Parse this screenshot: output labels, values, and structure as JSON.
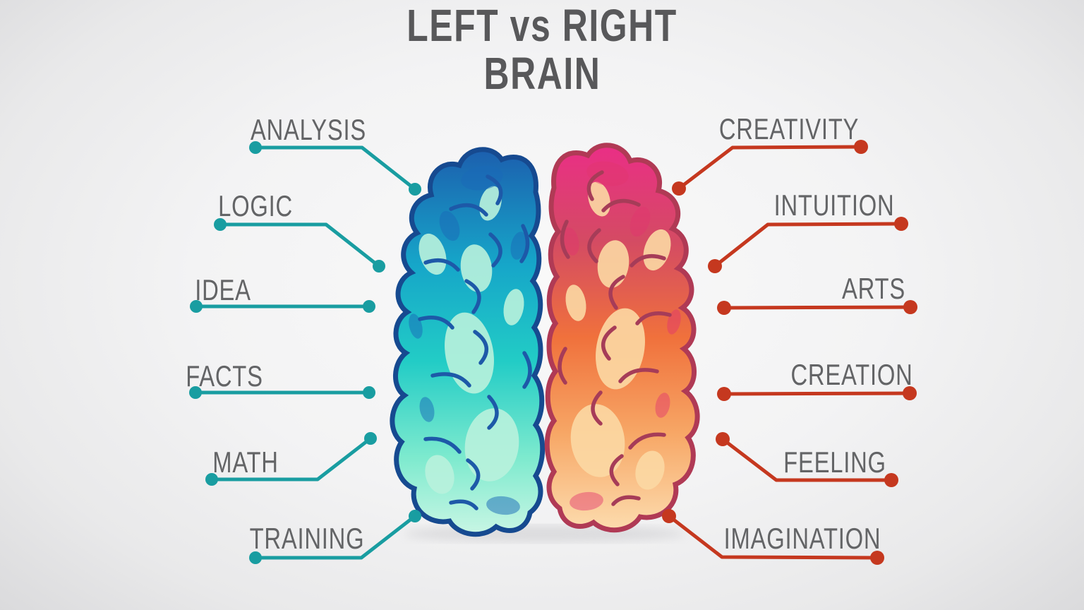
{
  "title": {
    "line1": "LEFT vs RIGHT",
    "line2": "BRAIN"
  },
  "colors": {
    "left_accent": "#199da1",
    "right_accent": "#c5381f",
    "title_text": "#58585a",
    "label_text": "#636466"
  },
  "left_brain": {
    "labels": [
      "ANALYSIS",
      "LOGIC",
      "IDEA",
      "FACTS",
      "MATH",
      "TRAINING"
    ],
    "outline": "#164a90",
    "gyri": "#1d59a8",
    "highlight": "#b9f2dd",
    "patch": "#1a6ab8",
    "gradient": [
      "#1c5fae",
      "#16a6c9",
      "#22ccc6",
      "#7deace",
      "#c9f6e4"
    ]
  },
  "right_brain": {
    "labels": [
      "CREATIVITY",
      "INTUITION",
      "ARTS",
      "CREATION",
      "FEELING",
      "IMAGINATION"
    ],
    "outline": "#b03a55",
    "gyri": "#a63c58",
    "highlight": "#fcd9a4",
    "patch": "#e2356f",
    "gradient": [
      "#ea2e86",
      "#d44b63",
      "#f0713c",
      "#f7a766",
      "#fcdcae"
    ]
  }
}
